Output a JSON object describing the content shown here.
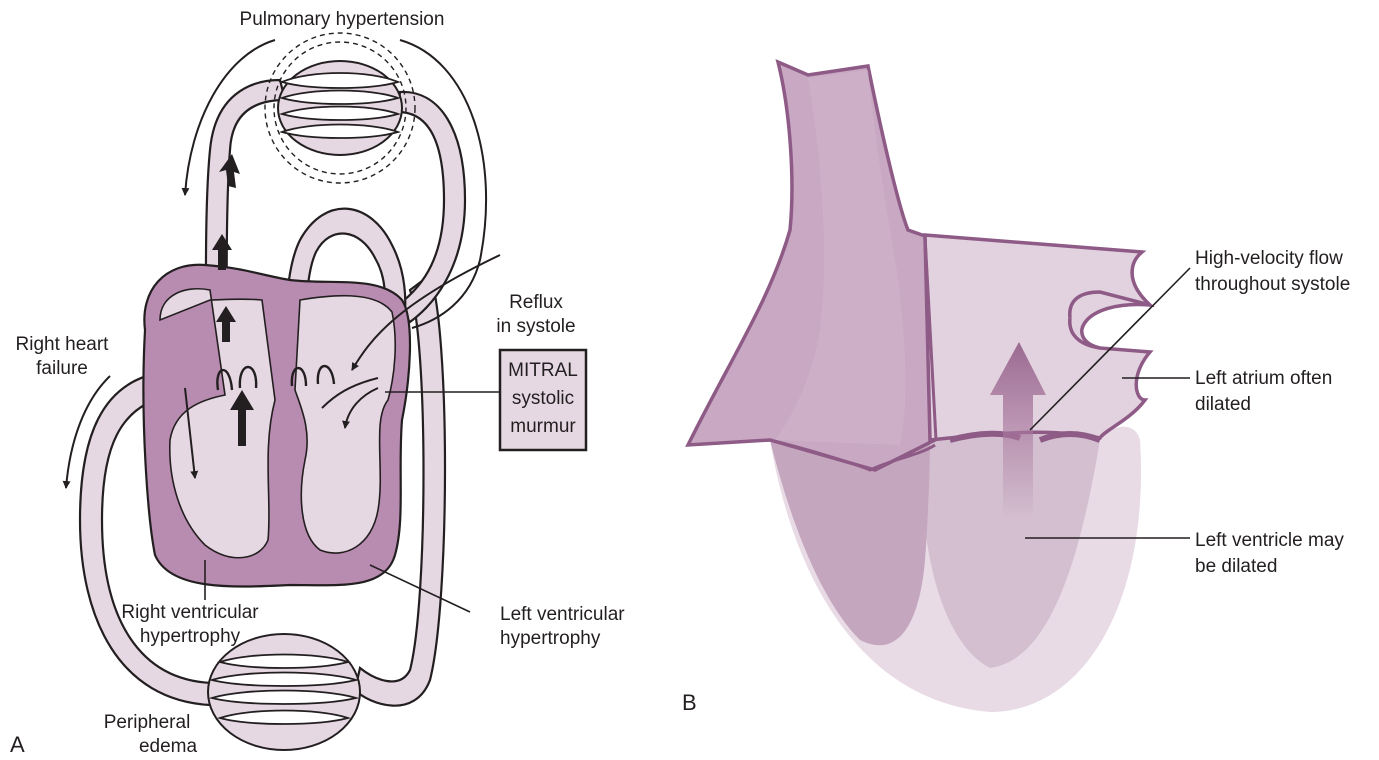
{
  "panel_a": {
    "panel_letter": "A",
    "pulmonary_label": "Pulmonary hypertension",
    "right_heart_failure": [
      "Right heart",
      "failure"
    ],
    "reflux": [
      "Reflux",
      "in systole"
    ],
    "murmur_box": [
      "MITRAL",
      "systolic",
      "murmur"
    ],
    "rvh": [
      "Right ventricular",
      "hypertrophy"
    ],
    "lvh": [
      "Left ventricular",
      "hypertrophy"
    ],
    "edema": [
      "Peripheral",
      "edema"
    ]
  },
  "panel_b": {
    "panel_letter": "B",
    "flow_label": [
      "High-velocity flow",
      "throughout systole"
    ],
    "atrium_label": [
      "Left atrium often",
      "dilated"
    ],
    "ventricle_label": [
      "Left ventricle may",
      "be dilated"
    ]
  },
  "colors": {
    "light_mauve": "#e6d8e3",
    "mid_mauve": "#c9aec4",
    "dark_mauve": "#a9799f",
    "outline_purple": "#8e5a86",
    "ink": "#231f20"
  }
}
